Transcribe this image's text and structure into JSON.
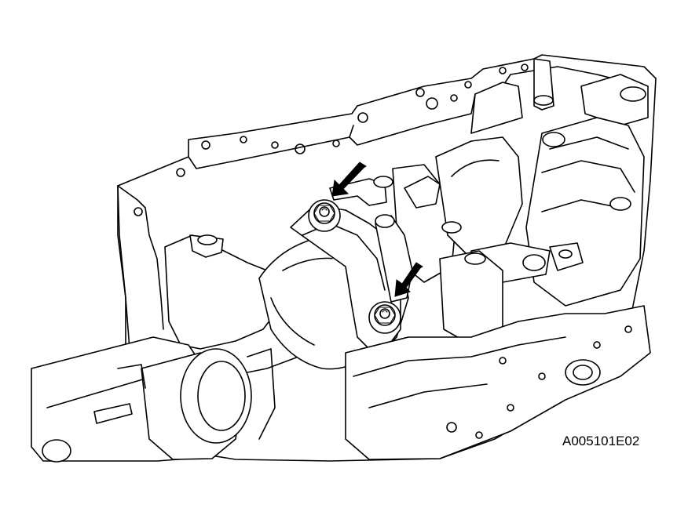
{
  "figure": {
    "reference_code": "A005101E02",
    "callouts": [
      {
        "icon": "arrow-icon",
        "target": "bearing-cap-bolt"
      },
      {
        "icon": "arrow-icon",
        "target": "bearing-cap-bolt"
      }
    ],
    "colors": {
      "line": "#000000",
      "background": "#ffffff"
    }
  }
}
